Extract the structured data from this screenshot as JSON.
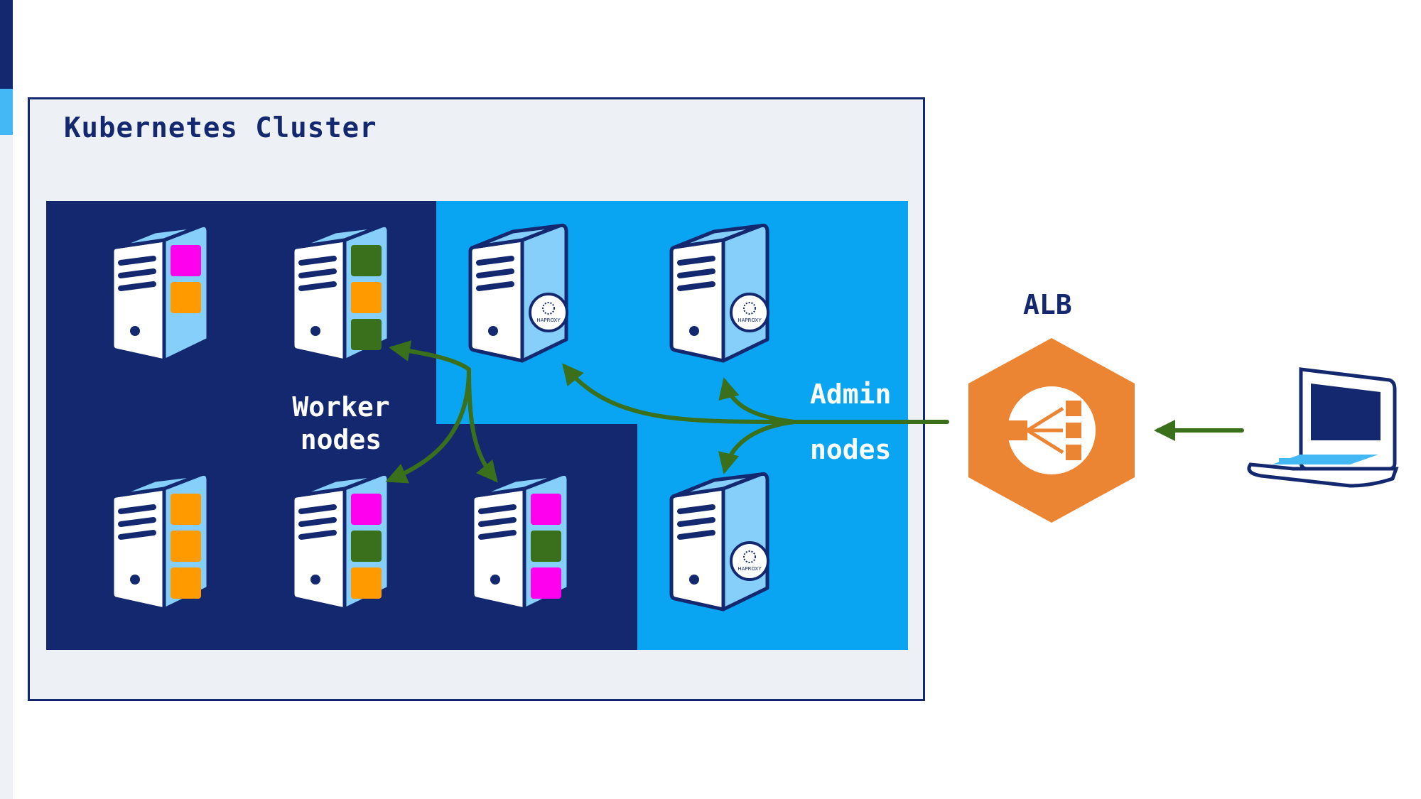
{
  "cluster": {
    "title": "Kubernetes Cluster"
  },
  "worker_group": {
    "label_line1": "Worker",
    "label_line2": "nodes"
  },
  "admin_group": {
    "label_line1": "Admin",
    "label_line2": "nodes"
  },
  "alb": {
    "label": "ALB",
    "icon": "load-balancer-icon"
  },
  "client": {
    "icon": "laptop-icon"
  },
  "haproxy_badge_text": "HAPROXY",
  "colors": {
    "navy": "#13286f",
    "sky": "#0aa5f2",
    "server_front": "#ffffff",
    "server_side": "#86cffb",
    "arrow_green": "#3a6f1c",
    "pod_magenta": "#ff00ee",
    "pod_orange": "#ff9a00",
    "pod_green": "#3a6f1c",
    "alb_orange": "#ec8533"
  },
  "worker_servers": [
    {
      "pods": [
        "magenta",
        "orange"
      ]
    },
    {
      "pods": [
        "green",
        "orange",
        "green"
      ]
    },
    {
      "pods": [
        "orange",
        "orange",
        "orange"
      ]
    },
    {
      "pods": [
        "magenta",
        "green",
        "orange"
      ]
    },
    {
      "pods": [
        "magenta",
        "green",
        "magenta"
      ]
    }
  ],
  "admin_servers": [
    {
      "badge": "HAPROXY"
    },
    {
      "badge": "HAPROXY"
    },
    {
      "badge": "HAPROXY"
    }
  ]
}
